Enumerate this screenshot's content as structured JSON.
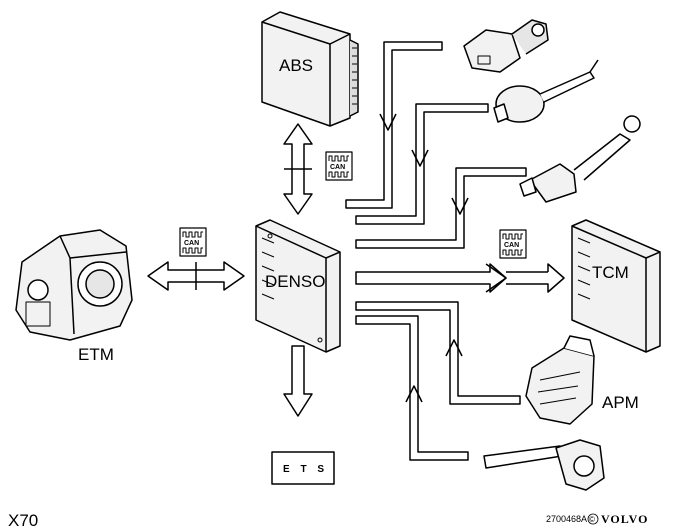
{
  "labels": {
    "abs": "ABS",
    "denso": "DENSO",
    "etm": "ETM",
    "tcm": "TCM",
    "apm": "APM",
    "ets": "E T S",
    "can": "CAN",
    "x70": "X70",
    "part_number": "2700468A",
    "copyright_symbol": "©",
    "brand": "VOLVO"
  },
  "colors": {
    "line": "#000000",
    "fill": "#ffffff",
    "module": "#f2f2f2",
    "shade": "#cccccc"
  }
}
